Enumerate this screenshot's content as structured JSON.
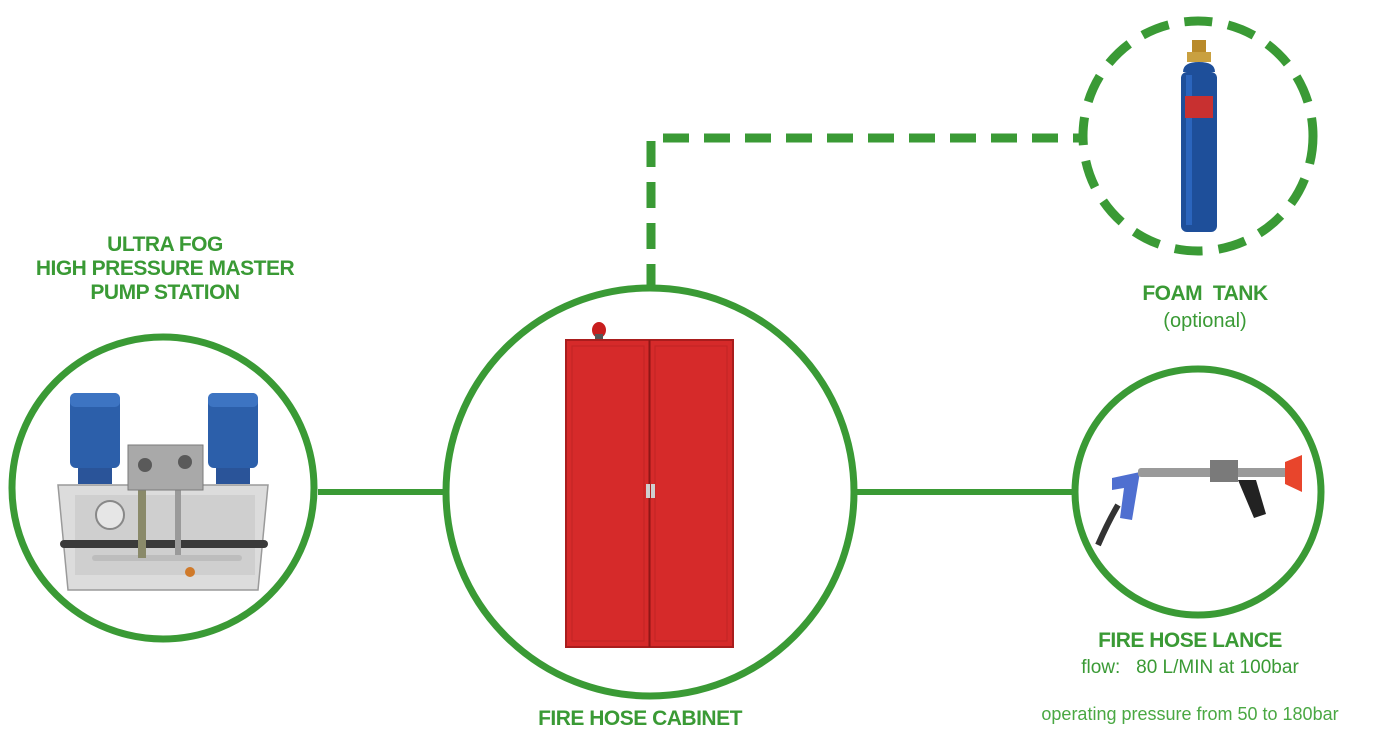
{
  "colors": {
    "accent_green": "#3a9a35",
    "cabinet_red": "#d62a2a",
    "tank_blue": "#1e4f9a",
    "lance_blue": "#4f6fd0",
    "lance_tip_red": "#e8452c"
  },
  "nodes": {
    "pump_station": {
      "title_lines": [
        "ULTRA FOG",
        "HIGH PRESSURE MASTER",
        "PUMP STATION"
      ]
    },
    "fire_hose_cabinet": {
      "title": "FIRE HOSE CABINET"
    },
    "foam_tank": {
      "title": "FOAM  TANK",
      "subtitle": "(optional)"
    },
    "fire_hose_lance": {
      "title": "FIRE HOSE LANCE",
      "flow": "flow:   80 L/MIN at 100bar",
      "pressure": "operating pressure from 50 to 180bar"
    }
  },
  "connections": [
    {
      "from": "pump_station",
      "to": "fire_hose_cabinet",
      "style": "solid"
    },
    {
      "from": "fire_hose_cabinet",
      "to": "fire_hose_lance",
      "style": "solid"
    },
    {
      "from": "fire_hose_cabinet",
      "to": "foam_tank",
      "style": "dashed"
    }
  ]
}
